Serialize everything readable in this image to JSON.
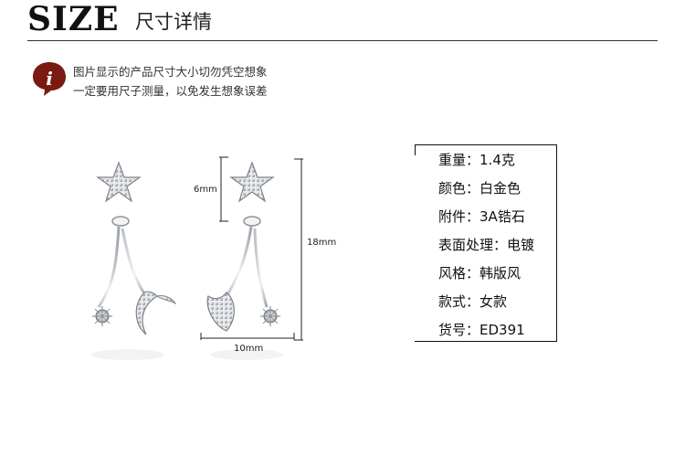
{
  "header": {
    "title": "SIZE",
    "subtitle": "尺寸详情"
  },
  "notice": {
    "icon": "info-icon",
    "icon_color": "#7a1a12",
    "lines": [
      "图片显示的产品尺寸大小切勿凭空想象",
      "一定要用尺子测量，以免发生想象误差"
    ]
  },
  "dimensions": {
    "height_star": "6mm",
    "height_total": "18mm",
    "width": "10mm"
  },
  "specs": [
    {
      "label": "重量：",
      "value": "1.4克"
    },
    {
      "label": "颜色：",
      "value": "白金色"
    },
    {
      "label": "附件：",
      "value": "3A锆石"
    },
    {
      "label": "表面处理：",
      "value": "电镀"
    },
    {
      "label": "风格：",
      "value": "韩版风"
    },
    {
      "label": "款式：",
      "value": "女款"
    },
    {
      "label": "货号：",
      "value": "ED391"
    }
  ]
}
